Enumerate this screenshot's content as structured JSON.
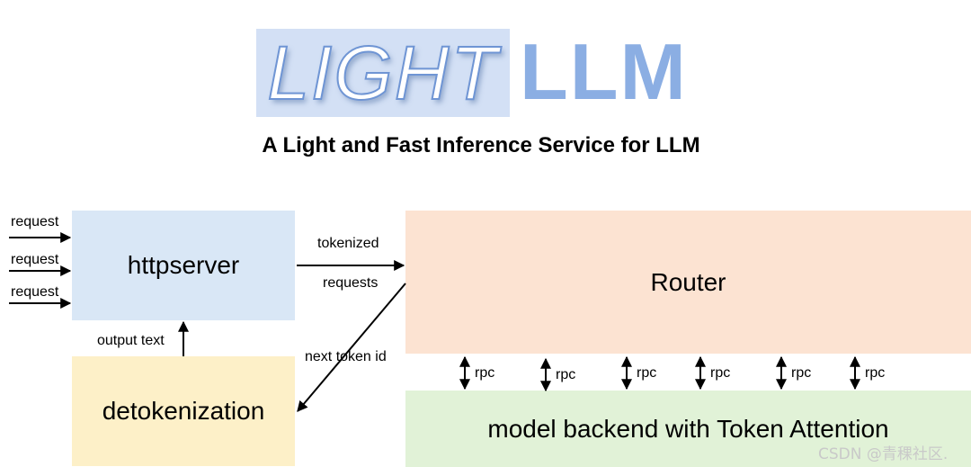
{
  "logo": {
    "light": "LIGHT",
    "llm": "LLM"
  },
  "subtitle": "A Light and Fast Inference Service for LLM",
  "boxes": {
    "httpserver": "httpserver",
    "detokenization": "detokenization",
    "router": "Router",
    "backend": "model backend with Token Attention"
  },
  "labels": {
    "request": "request",
    "tokenized": "tokenized",
    "requests": "requests",
    "output_text": "output text",
    "next_token_id": "next token id",
    "rpc": "rpc"
  },
  "watermark": "CSDN @青稞社区."
}
